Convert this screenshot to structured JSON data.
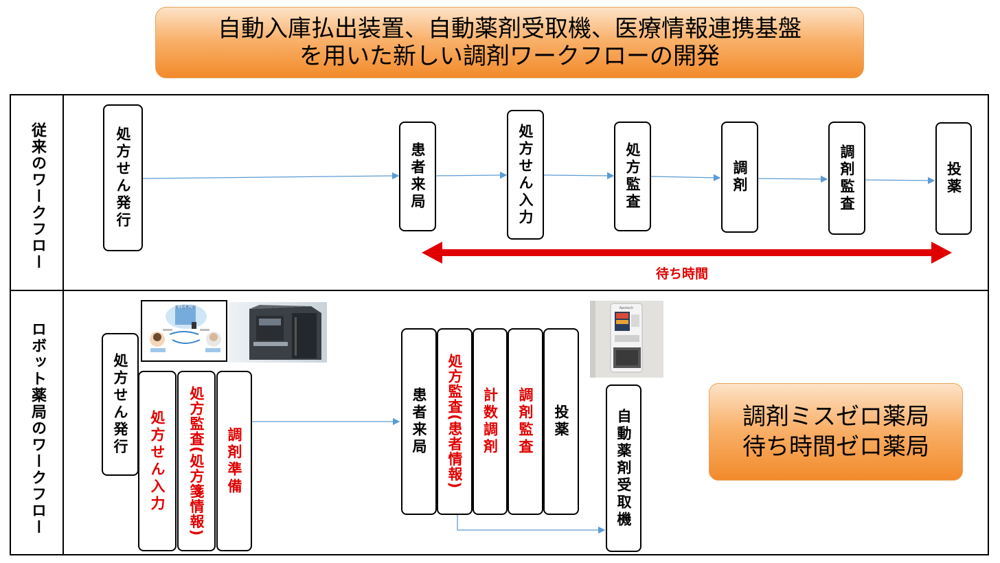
{
  "title": {
    "line1": "自動入庫払出装置、自動薬剤受取機、医療情報連携基盤",
    "line2": "を用いた新しい調剤ワークフローの開発"
  },
  "rows": {
    "conventional": {
      "label": "従来のワークフロー",
      "steps": [
        "処方せん発行",
        "患者来局",
        "処方せん入力",
        "処方監査",
        "調剤",
        "調剤監査",
        "投薬"
      ],
      "wait_label": "待ち時間"
    },
    "robot": {
      "label": "ロボット薬局のワークフロー",
      "issue": "処方せん発行",
      "pre_steps": [
        "処方せん入力",
        "処方監査(処方箋情報)",
        "調剤準備"
      ],
      "arrival": "患者来局",
      "post_steps": [
        "処方監査(患者情報)",
        "計数調剤",
        "調剤監査"
      ],
      "dispense": "投薬",
      "machine": "自動薬剤受取機"
    }
  },
  "image_text": {
    "emr_label": "電子医療記録",
    "kiosk_brand": "Apotech"
  },
  "zero_banner": {
    "line1": "調剤ミスゼロ薬局",
    "line2": "待ち時間ゼロ薬局"
  },
  "colors": {
    "accent_red": "#e00000",
    "arrow_blue": "#5b9bd5",
    "banner_orange": "#f28a2a"
  }
}
